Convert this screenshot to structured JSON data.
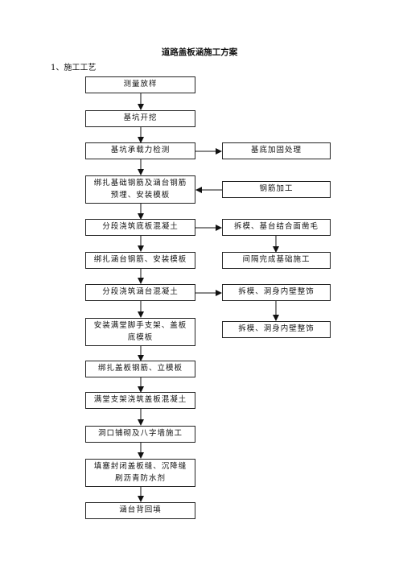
{
  "document": {
    "title": "道路盖板涵施工方案",
    "section": "1、施工工艺"
  },
  "flowchart": {
    "main_steps": [
      {
        "line1": "测量放样"
      },
      {
        "line1": "基坑开挖"
      },
      {
        "line1": "基坑承载力检测"
      },
      {
        "line1": "绑扎基础钢筋及涵台钢筋",
        "line2": "预埋、安装模板"
      },
      {
        "line1": "分段浇筑底板混凝土"
      },
      {
        "line1": "绑扎涵台钢筋、安装模板"
      },
      {
        "line1": "分段浇筑涵台混凝土"
      },
      {
        "line1": "安装满堂脚手支架、盖板",
        "line2": "底模板"
      },
      {
        "line1": "绑扎盖板钢筋、立模板"
      },
      {
        "line1": "满堂支架浇筑盖板混凝土"
      },
      {
        "line1": "洞口铺砌及八字墙施工"
      },
      {
        "line1": "填塞封闭盖板缝、沉降缝",
        "line2": "刷沥青防水剂"
      },
      {
        "line1": "涵台背回填"
      }
    ],
    "side_steps": [
      {
        "label": "基底加固处理"
      },
      {
        "label": "钢筋加工"
      },
      {
        "label": "拆模、基台结合面凿毛"
      },
      {
        "label": "间隔完成基础施工"
      },
      {
        "label": "拆模、洞身内壁整饰"
      },
      {
        "label": "拆模、洞身内壁整饰"
      }
    ]
  }
}
